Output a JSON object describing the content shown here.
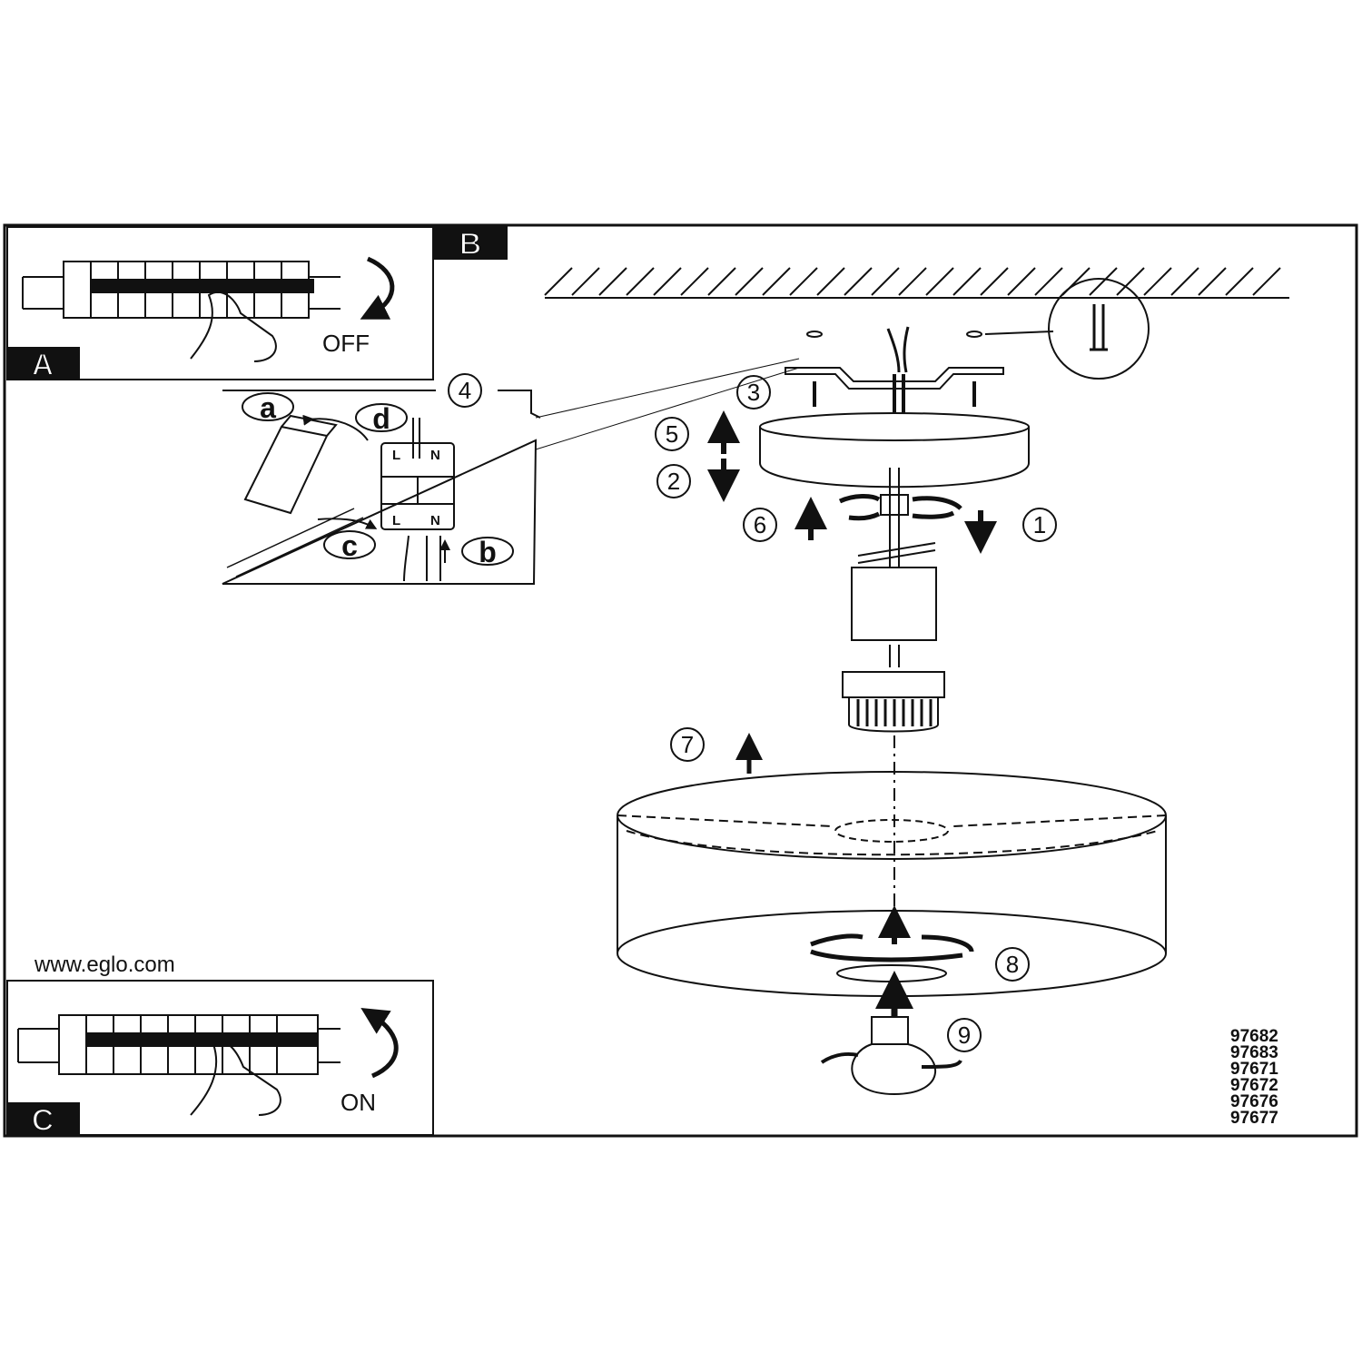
{
  "panels": {
    "a_label": "A",
    "b_label": "B",
    "c_label": "C"
  },
  "switch": {
    "off_label": "OFF",
    "on_label": "ON"
  },
  "website": "www.eglo.com",
  "steps": {
    "s1": "1",
    "s2": "2",
    "s3": "3",
    "s4": "4",
    "s5": "5",
    "s6": "6",
    "s7": "7",
    "s8": "8",
    "s9": "9"
  },
  "wiring": {
    "a": "a",
    "b": "b",
    "c": "c",
    "d": "d",
    "live": "L",
    "neutral": "N"
  },
  "model_numbers": [
    "97682",
    "97683",
    "97671",
    "97672",
    "97676",
    "97677"
  ],
  "colors": {
    "ink": "#111111",
    "paper": "#ffffff"
  }
}
